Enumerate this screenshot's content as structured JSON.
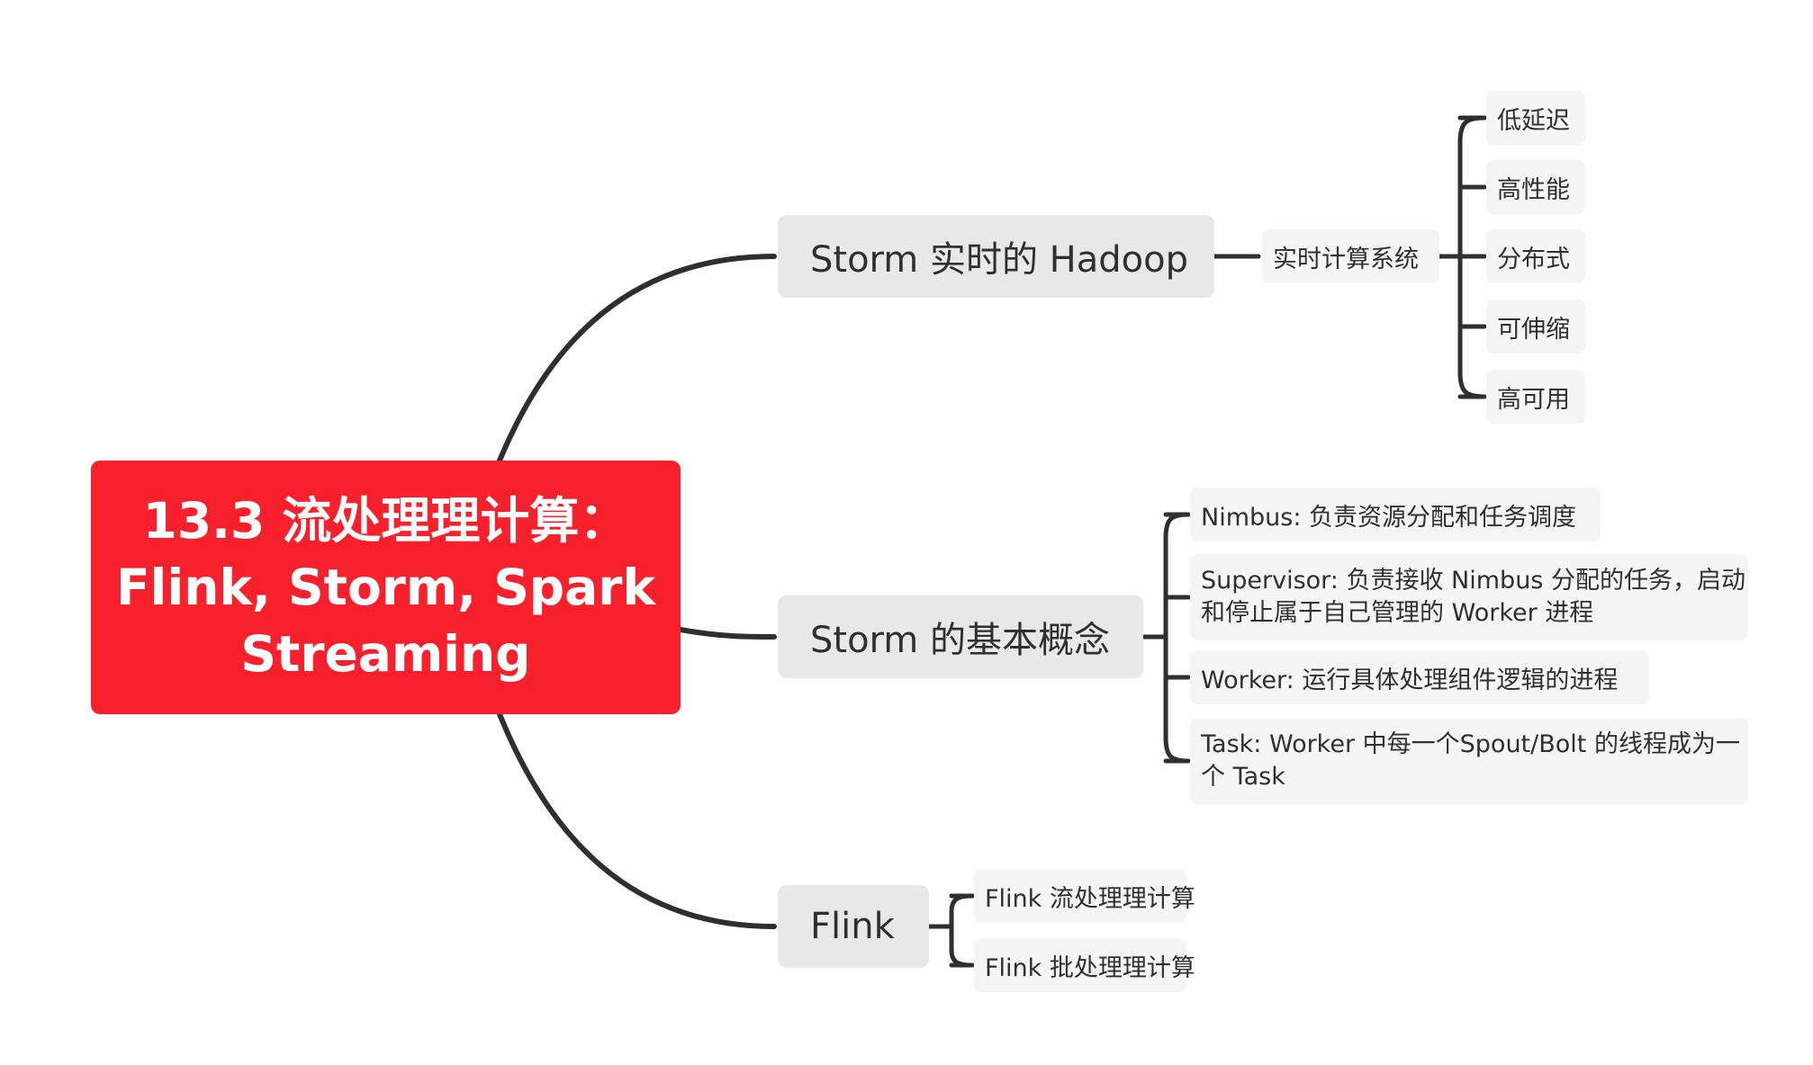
{
  "root": {
    "title": "13.3 流处理理计算：Flink, Storm, Spark Streaming",
    "fill": "#f7202d",
    "text_color": "#ffffff"
  },
  "branches": [
    {
      "label": "Storm 实时的 Hadoop",
      "children": [
        {
          "label": "实时计算系统",
          "children": [
            "低延迟",
            "高性能",
            "分布式",
            "可伸缩",
            "高可用"
          ]
        }
      ]
    },
    {
      "label": "Storm 的基本概念",
      "children": [
        "Nimbus: 负责资源分配和任务调度",
        "Supervisor: 负责接收 Nimbus 分配的任务，启动和停止属于自己管理的 Worker 进程",
        "Worker: 运行具体处理组件逻辑的进程",
        "Task: Worker 中每一个Spout/Bolt 的线程成为一个 Task"
      ]
    },
    {
      "label": "Flink",
      "children": [
        "Flink 流处理理计算",
        "Flink 批处理理计算"
      ]
    }
  ],
  "colors": {
    "line": "#2f2f2f",
    "main_fill": "#e8e8e8",
    "sub_fill": "#f5f5f5",
    "text": "#2f2f2f"
  }
}
